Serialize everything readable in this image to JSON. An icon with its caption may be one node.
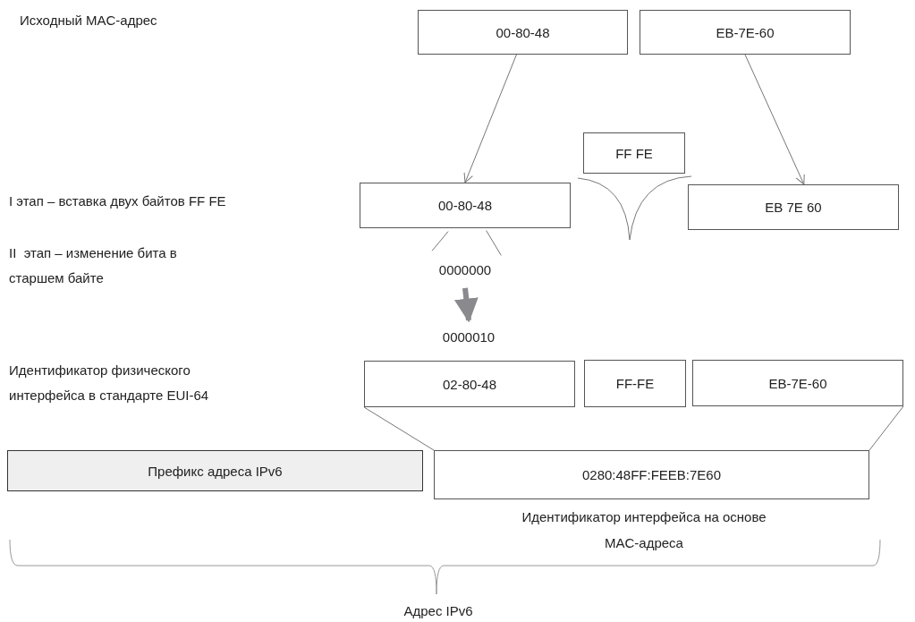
{
  "diagram": {
    "nodes": [
      {
        "text": [
          "00-80-48"
        ]
      },
      {
        "text": [
          "EB-7E-60"
        ]
      },
      {
        "text": [
          "FF FE"
        ]
      },
      {
        "text": [
          "00-80-48"
        ]
      },
      {
        "text": [
          "EB 7E 60"
        ]
      },
      {
        "text": [
          "0000000"
        ]
      },
      {
        "text": [
          "0000010"
        ]
      },
      {
        "text": [
          "02-80-48"
        ]
      },
      {
        "text": [
          "FF-FE"
        ]
      },
      {
        "text": [
          "EB-7E-60"
        ]
      },
      {
        "text": [
          "Префикс адреса IPv6"
        ]
      },
      {
        "text": [
          "0280:48FF:FEEB:7E60"
        ],
        "beside": [
          "Идентификатор интерфейса на основе MAC-адреса"
        ]
      }
    ],
    "edges": [
      {
        "from": 0,
        "to": 3,
        "arrow": "to"
      },
      {
        "from": 1,
        "to": 4,
        "arrow": "to"
      },
      {
        "from": 3,
        "to": 5,
        "arrow": "none"
      },
      {
        "from": 3,
        "to": 5,
        "arrow": "none"
      },
      {
        "from": 5,
        "to": 6,
        "arrow": "to",
        "style": "thick",
        "color": "#8a8a8e"
      },
      {
        "from": 7,
        "to": 11,
        "arrow": "none"
      },
      {
        "from": 9,
        "to": 11,
        "arrow": "none"
      }
    ],
    "labels": [
      "Исходный MAC-адрес",
      "I этап – вставка двух байтов FF FE",
      "II  этап – изменение бита в старшем байте",
      "Идентификатор физического интерфейса в стандарте EUI-64",
      "Адрес IPv6"
    ]
  }
}
